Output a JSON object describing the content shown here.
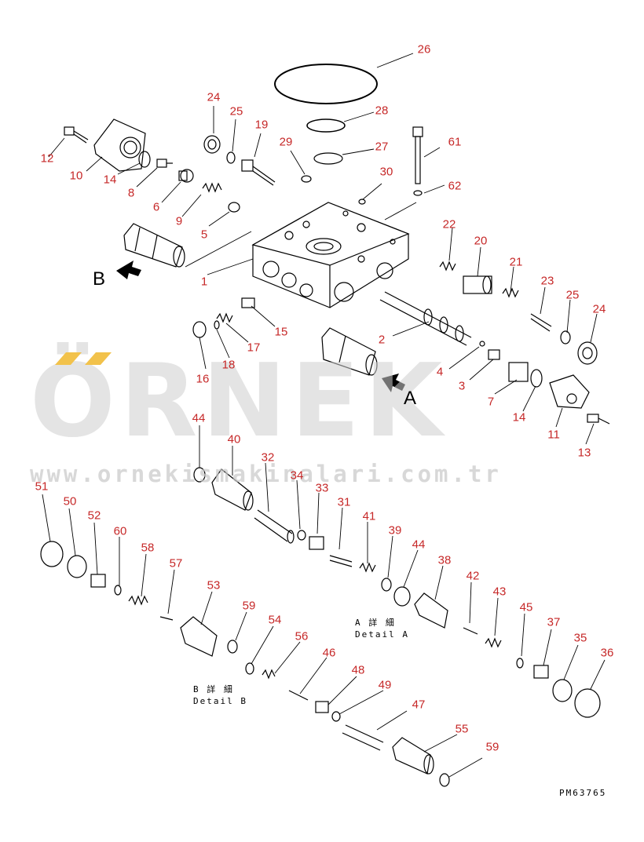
{
  "watermark": {
    "brand": "ÖRNEK",
    "url": "www.ornekismakinalari.com.tr",
    "accent_color": "#f2c24b"
  },
  "view_labels": {
    "b": "B",
    "a": "A"
  },
  "details": {
    "a_ja": "A 詳 細",
    "a_en": "Detail A",
    "b_ja": "B 詳 細",
    "b_en": "Detail B"
  },
  "drawing_code": "PM63765",
  "callout_color": "#c62828",
  "callouts": [
    "26",
    "24",
    "25",
    "19",
    "28",
    "29",
    "27",
    "61",
    "12",
    "10",
    "14",
    "8",
    "6",
    "9",
    "5",
    "30",
    "62",
    "22",
    "20",
    "21",
    "23",
    "25",
    "24",
    "1",
    "2",
    "15",
    "17",
    "18",
    "16",
    "4",
    "3",
    "7",
    "14",
    "11",
    "13",
    "44",
    "40",
    "32",
    "34",
    "33",
    "31",
    "41",
    "39",
    "44",
    "38",
    "42",
    "43",
    "45",
    "37",
    "35",
    "36",
    "51",
    "50",
    "52",
    "60",
    "58",
    "57",
    "53",
    "59",
    "54",
    "56",
    "46",
    "48",
    "49",
    "47",
    "55",
    "59"
  ]
}
